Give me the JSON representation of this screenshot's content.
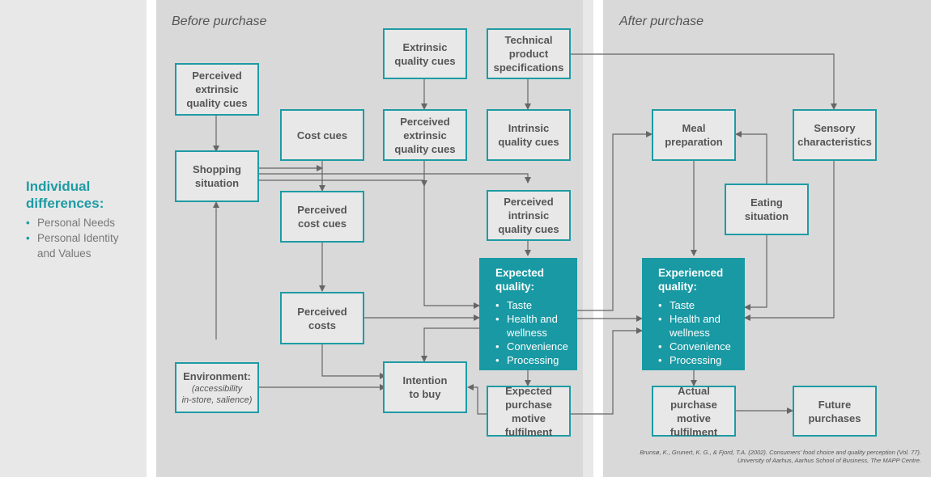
{
  "sections": {
    "before": "Before purchase",
    "after": "After purchase"
  },
  "sidebar": {
    "title": "Individual\ndifferences:",
    "items": [
      "Personal Needs",
      "Personal Identity\nand Values"
    ]
  },
  "boxes": {
    "perc_extrinsic_left": "Perceived\nextrinsic\nquality cues",
    "shopping": "Shopping\nsituation",
    "environment_title": "Environment:",
    "environment_sub": "(accessibility\nin-store, salience)",
    "cost_cues": "Cost cues",
    "perc_cost_cues": "Perceived\ncost cues",
    "perc_costs": "Perceived\ncosts",
    "extrinsic_cues": "Extrinsic\nquality cues",
    "perc_extrinsic_mid": "Perceived\nextrinsic\nquality cues",
    "intention": "Intention\nto buy",
    "tech_specs": "Technical\nproduct\nspecifications",
    "intrinsic_cues": "Intrinsic\nquality cues",
    "perc_intrinsic": "Perceived\nintrinsic\nquality cues",
    "expected_fulfil": "Expected\npurchase motive\nfulfilment",
    "meal_prep": "Meal\npreparation",
    "sensory": "Sensory\ncharacteristics",
    "eating": "Eating\nsituation",
    "actual_fulfil": "Actual\npurchase motive\nfulfilment",
    "future": "Future\npurchases"
  },
  "expected_quality": {
    "title": "Expected\nquality:",
    "items": [
      "Taste",
      "Health and\nwellness",
      "Convenience",
      "Processing"
    ]
  },
  "experienced_quality": {
    "title": "Experienced\nquality:",
    "items": [
      "Taste",
      "Health and\nwellness",
      "Convenience",
      "Processing"
    ]
  },
  "citation": {
    "line1": "Brunsø, K., Grunert, K. G., & Fjord, T.A. (2002). Consumers' food choice and quality perception (Vol. 77).",
    "line2": "University of Aarhus, Aarhus School of Business, The MAPP Centre."
  },
  "colors": {
    "accent": "#1e9ba4",
    "panel": "#d9d9d9",
    "arrow": "#666666"
  }
}
